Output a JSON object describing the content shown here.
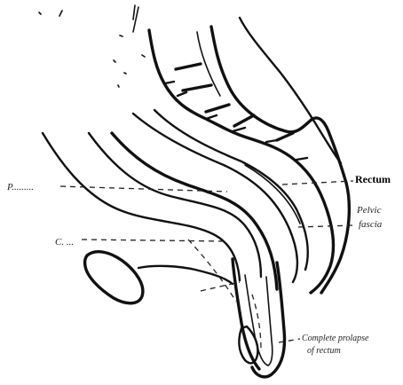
{
  "figure": {
    "labels": {
      "peritoneum": "P.........",
      "cul_de_sac": "C. ...",
      "rectum": "Rectum",
      "pelvic_fascia_line1": "Pelvic",
      "pelvic_fascia_line2": "fascia",
      "prolapse_line1": "Complete prolapse",
      "prolapse_line2": "of rectum"
    }
  }
}
